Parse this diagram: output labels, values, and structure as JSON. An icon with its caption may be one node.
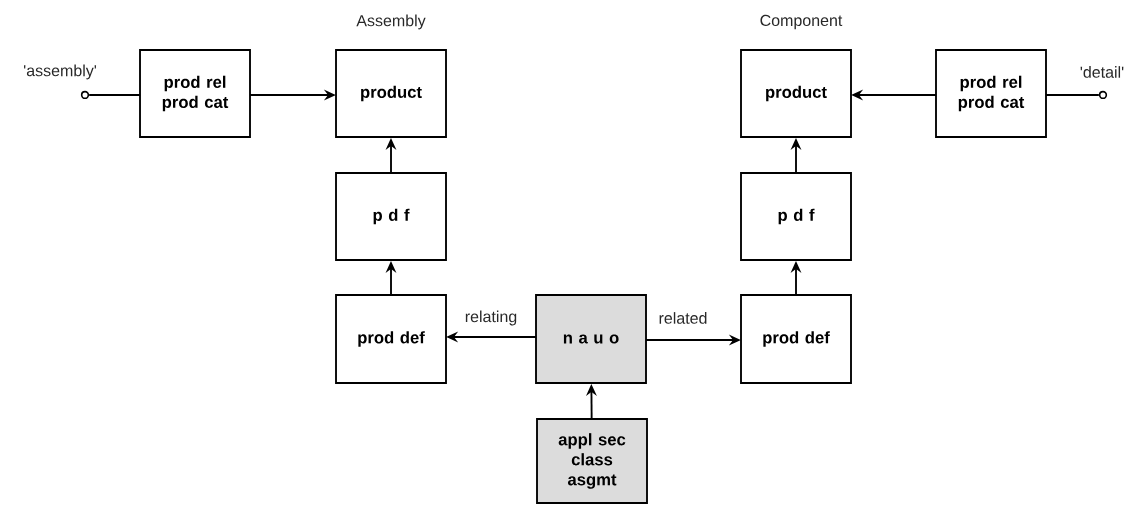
{
  "diagram": {
    "nodes": [
      {
        "text": [
          "prod rel prod cat"
        ]
      },
      {
        "text": [
          "product"
        ]
      },
      {
        "text": [
          "product"
        ]
      },
      {
        "text": [
          "prod rel prod cat"
        ]
      },
      {
        "text": [
          "p d f"
        ]
      },
      {
        "text": [
          "p d f"
        ]
      },
      {
        "text": [
          "prod def"
        ]
      },
      {
        "text": [
          "n a u o"
        ]
      },
      {
        "text": [
          "prod def"
        ]
      },
      {
        "text": [
          "appl sec class asgmt"
        ]
      },
      {
        "text": [],
        "shape": "circle",
        "beside": [
          "'assembly'"
        ]
      },
      {
        "text": [],
        "shape": "circle",
        "beside": [
          "'detail'"
        ]
      }
    ],
    "edges": [
      {
        "from": 10,
        "to": 0,
        "arrow": "none"
      },
      {
        "from": 0,
        "to": 1,
        "arrow": "to"
      },
      {
        "from": 4,
        "to": 1,
        "arrow": "to"
      },
      {
        "from": 6,
        "to": 4,
        "arrow": "to"
      },
      {
        "from": 7,
        "to": 6,
        "arrow": "to",
        "label": "relating"
      },
      {
        "from": 7,
        "to": 8,
        "arrow": "to",
        "label": "related"
      },
      {
        "from": 8,
        "to": 5,
        "arrow": "to"
      },
      {
        "from": 5,
        "to": 2,
        "arrow": "to"
      },
      {
        "from": 3,
        "to": 2,
        "arrow": "to"
      },
      {
        "from": 11,
        "to": 3,
        "arrow": "none"
      },
      {
        "from": 9,
        "to": 7,
        "arrow": "to"
      }
    ],
    "labels": [
      "Assembly",
      "Component"
    ]
  }
}
